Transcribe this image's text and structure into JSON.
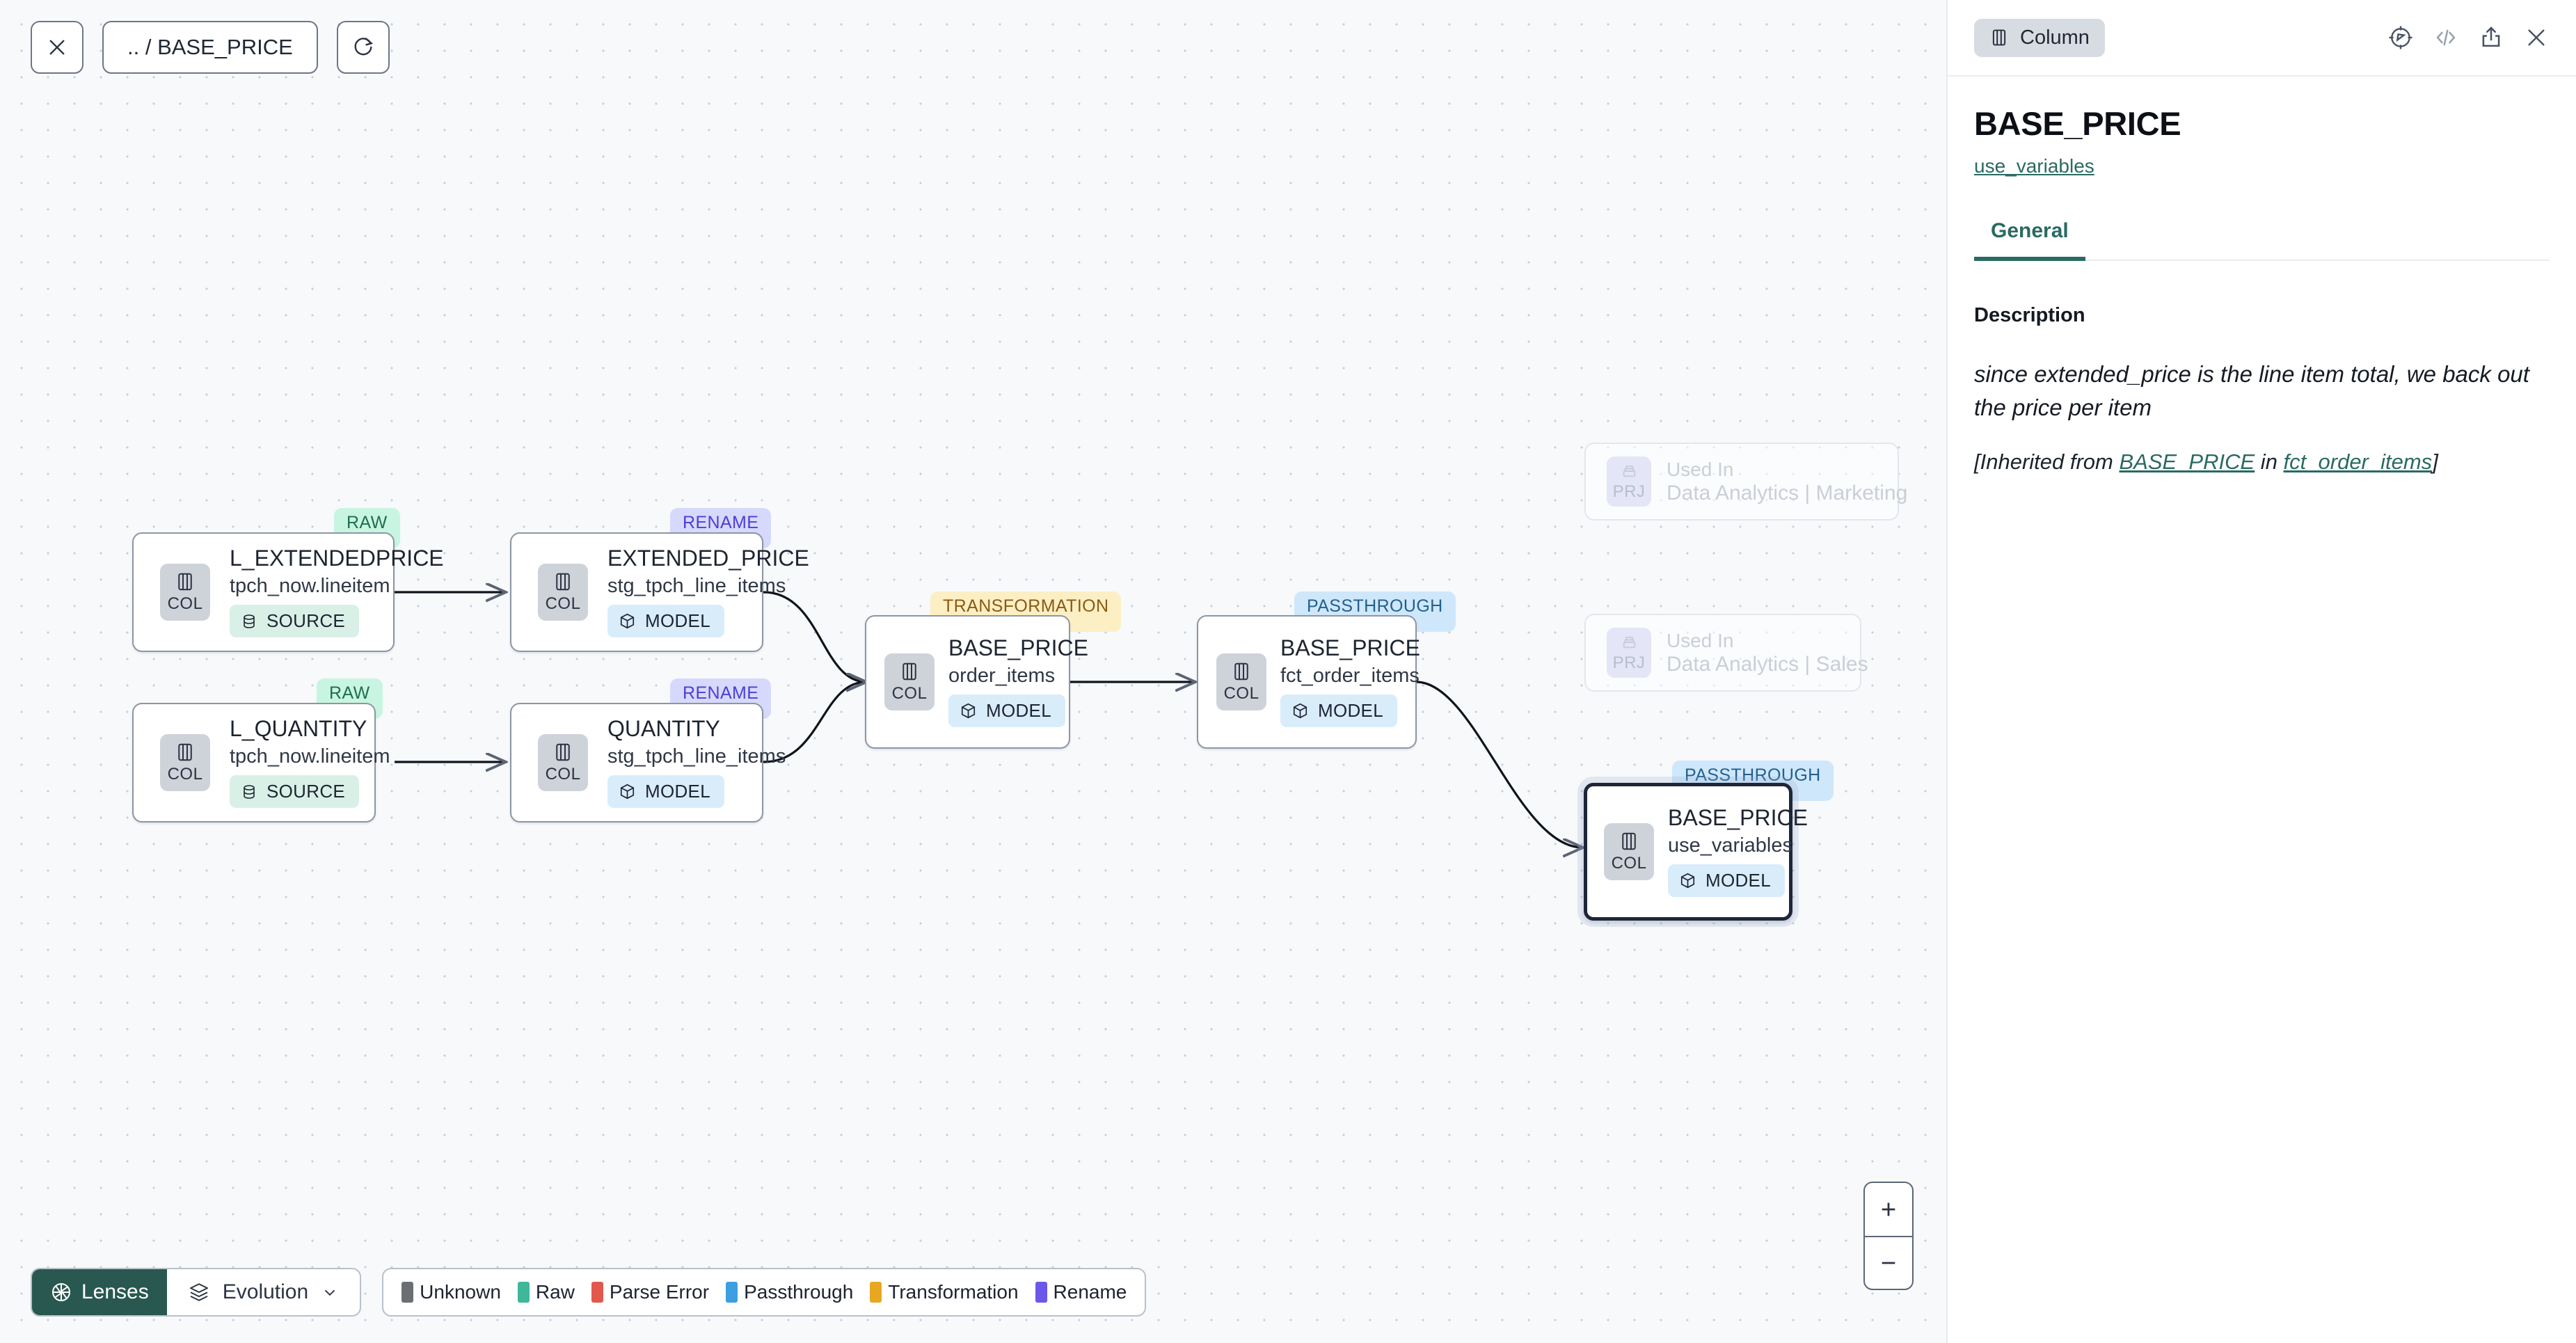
{
  "toolbar_top": {
    "close_icon": "close-icon",
    "breadcrumb": ".. / BASE_PRICE",
    "refresh_icon": "refresh-icon"
  },
  "graph": {
    "nodes": [
      {
        "id": "l_extendedprice",
        "title": "L_EXTENDEDPRICE",
        "subtitle": "tpch_now.lineitem",
        "chip": "COL",
        "kind_badge": "SOURCE",
        "kind_class": "source",
        "tab": "RAW",
        "tab_class": "raw",
        "selected": false
      },
      {
        "id": "l_quantity",
        "title": "L_QUANTITY",
        "subtitle": "tpch_now.lineitem",
        "chip": "COL",
        "kind_badge": "SOURCE",
        "kind_class": "source",
        "tab": "RAW",
        "tab_class": "raw",
        "selected": false
      },
      {
        "id": "extended_price",
        "title": "EXTENDED_PRICE",
        "subtitle": "stg_tpch_line_items",
        "chip": "COL",
        "kind_badge": "MODEL",
        "kind_class": "model",
        "tab": "RENAME",
        "tab_class": "ren",
        "selected": false
      },
      {
        "id": "quantity",
        "title": "QUANTITY",
        "subtitle": "stg_tpch_line_items",
        "chip": "COL",
        "kind_badge": "MODEL",
        "kind_class": "model",
        "tab": "RENAME",
        "tab_class": "ren",
        "selected": false
      },
      {
        "id": "order_items",
        "title": "BASE_PRICE",
        "subtitle": "order_items",
        "chip": "COL",
        "kind_badge": "MODEL",
        "kind_class": "model",
        "tab": "TRANSFORMATION",
        "tab_class": "trans",
        "selected": false
      },
      {
        "id": "fct_order_items",
        "title": "BASE_PRICE",
        "subtitle": "fct_order_items",
        "chip": "COL",
        "kind_badge": "MODEL",
        "kind_class": "model",
        "tab": "PASSTHROUGH",
        "tab_class": "pass",
        "selected": false
      },
      {
        "id": "use_variables",
        "title": "BASE_PRICE",
        "subtitle": "use_variables",
        "chip": "COL",
        "kind_badge": "MODEL",
        "kind_class": "model",
        "tab": "PASSTHROUGH",
        "tab_class": "pass",
        "selected": true
      }
    ],
    "ghost_nodes": [
      {
        "id": "used_in_marketing",
        "title": "Used In",
        "subtitle": "Data Analytics | Marketing",
        "chip": "PRJ"
      },
      {
        "id": "used_in_sales",
        "title": "Used In",
        "subtitle": "Data Analytics | Sales",
        "chip": "PRJ"
      }
    ]
  },
  "toolbar_bottom": {
    "lenses_label": "Lenses",
    "evolution_label": "Evolution",
    "legend": [
      {
        "label": "Unknown",
        "color": "#6b6f73"
      },
      {
        "label": "Raw",
        "color": "#3fb89a"
      },
      {
        "label": "Parse Error",
        "color": "#e2584d"
      },
      {
        "label": "Passthrough",
        "color": "#3d9fe0"
      },
      {
        "label": "Transformation",
        "color": "#e8a721"
      },
      {
        "label": "Rename",
        "color": "#6b57ea"
      }
    ]
  },
  "zoom_controls": {
    "zoom_in": "+",
    "zoom_out": "−"
  },
  "panel": {
    "type_label": "Column",
    "icons": [
      "compass-icon",
      "code-icon",
      "share-icon",
      "close-icon"
    ],
    "title": "BASE_PRICE",
    "subtitle_link": "use_variables",
    "tabs": [
      {
        "label": "General",
        "active": true
      }
    ],
    "description_label": "Description",
    "description_text": "since extended_price is the line item total, we back out the price per item",
    "inherited_prefix": "[Inherited from ",
    "inherited_link_1": "BASE_PRICE",
    "inherited_middle": " in ",
    "inherited_link_2": "fct_order_items",
    "inherited_suffix": "]"
  },
  "colors": {
    "accent": "#2a6a62",
    "canvas_bg": "#f7f9fb",
    "node_border": "#8c96a5",
    "selected_border": "#1e2638"
  }
}
